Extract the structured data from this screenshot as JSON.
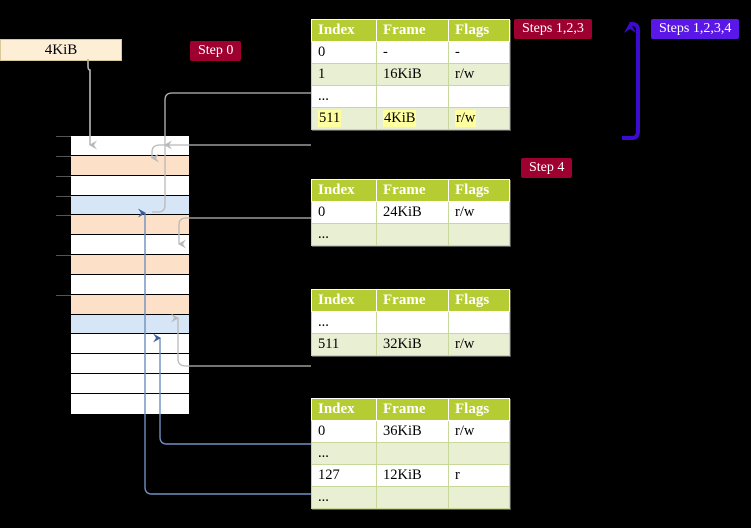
{
  "diagram": {
    "title_labels": {
      "size_box": "4KiB"
    },
    "badges": [
      {
        "id": "step0",
        "label": "Step 0",
        "color": "#9e0030"
      },
      {
        "id": "step123",
        "label": "Steps 1,2,3",
        "color": "#9e0030"
      },
      {
        "id": "step1234",
        "label": "Steps 1,2,3,4",
        "color": "#5b16e8"
      },
      {
        "id": "step4",
        "label": "Step 4",
        "color": "#9e0030"
      }
    ],
    "colors": {
      "header_green": "#b5cc32",
      "row_alt": "#e9efd2",
      "highlight_yellow": "#ffffa0",
      "mem_orange": "#fde0c8",
      "mem_blue": "#d7e6f7",
      "size_box": "#fcefd5",
      "accent_purple": "#5b16e8",
      "accent_red": "#9e0030",
      "connector_gray": "#b0b0b0",
      "connector_blue": "#6f8fbf"
    },
    "tables": [
      {
        "id": "page-table-1",
        "headers": [
          "Index",
          "Frame",
          "Flags"
        ],
        "rows": [
          {
            "cells": [
              "0",
              "-",
              "-"
            ],
            "alt": false,
            "highlight": false
          },
          {
            "cells": [
              "1",
              "16KiB",
              "r/w"
            ],
            "alt": true,
            "highlight": false
          },
          {
            "cells": [
              "...",
              "",
              ""
            ],
            "alt": false,
            "highlight": false
          },
          {
            "cells": [
              "511",
              "4KiB",
              "r/w"
            ],
            "alt": true,
            "highlight": true
          }
        ]
      },
      {
        "id": "page-table-2",
        "headers": [
          "Index",
          "Frame",
          "Flags"
        ],
        "rows": [
          {
            "cells": [
              "0",
              "24KiB",
              "r/w"
            ],
            "alt": false,
            "highlight": false
          },
          {
            "cells": [
              "...",
              "",
              ""
            ],
            "alt": true,
            "highlight": false
          }
        ]
      },
      {
        "id": "page-table-3",
        "headers": [
          "Index",
          "Frame",
          "Flags"
        ],
        "rows": [
          {
            "cells": [
              "...",
              "",
              ""
            ],
            "alt": false,
            "highlight": false
          },
          {
            "cells": [
              "511",
              "32KiB",
              "r/w"
            ],
            "alt": true,
            "highlight": false
          }
        ]
      },
      {
        "id": "page-table-4",
        "headers": [
          "Index",
          "Frame",
          "Flags"
        ],
        "rows": [
          {
            "cells": [
              "0",
              "36KiB",
              "r/w"
            ],
            "alt": false,
            "highlight": false
          },
          {
            "cells": [
              "...",
              "",
              ""
            ],
            "alt": true,
            "highlight": false
          },
          {
            "cells": [
              "127",
              "12KiB",
              "r"
            ],
            "alt": false,
            "highlight": false
          },
          {
            "cells": [
              "...",
              "",
              ""
            ],
            "alt": true,
            "highlight": false
          }
        ]
      }
    ],
    "memory_column": {
      "name": "physical-memory-frames",
      "rows": [
        {
          "fill": "white"
        },
        {
          "fill": "orange"
        },
        {
          "fill": "white"
        },
        {
          "fill": "blue"
        },
        {
          "fill": "orange"
        },
        {
          "fill": "white"
        },
        {
          "fill": "orange"
        },
        {
          "fill": "white"
        },
        {
          "fill": "orange"
        },
        {
          "fill": "blue"
        },
        {
          "fill": "white"
        },
        {
          "fill": "white"
        },
        {
          "fill": "white"
        },
        {
          "fill": "white"
        }
      ]
    }
  }
}
